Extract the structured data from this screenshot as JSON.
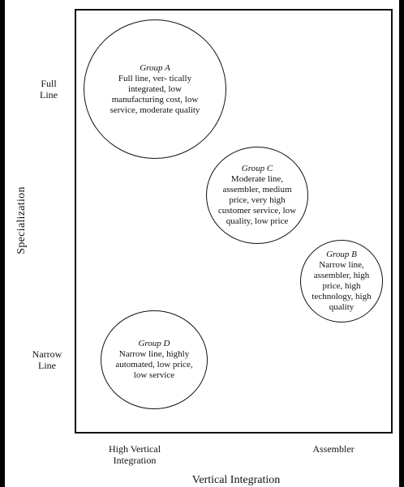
{
  "axes": {
    "y_label": "Specialization",
    "x_label": "Vertical Integration",
    "y_top_label": "Full Line",
    "y_bottom_label": "Narrow Line",
    "x_left_label": "High Vertical Integration",
    "x_right_label": "Assembler"
  },
  "groups": [
    {
      "name": "Group A",
      "description": "Full line, ver- tically integrated, low manufacturing cost, low service, moderate quality"
    },
    {
      "name": "Group C",
      "description": "Moderate line, assembler, medium price, very high customer service, low quality, low price"
    },
    {
      "name": "Group B",
      "description": "Narrow line, assembler, high price, high technology, high quality"
    },
    {
      "name": "Group D",
      "description": "Narrow line, highly automated, low price, low service"
    }
  ]
}
